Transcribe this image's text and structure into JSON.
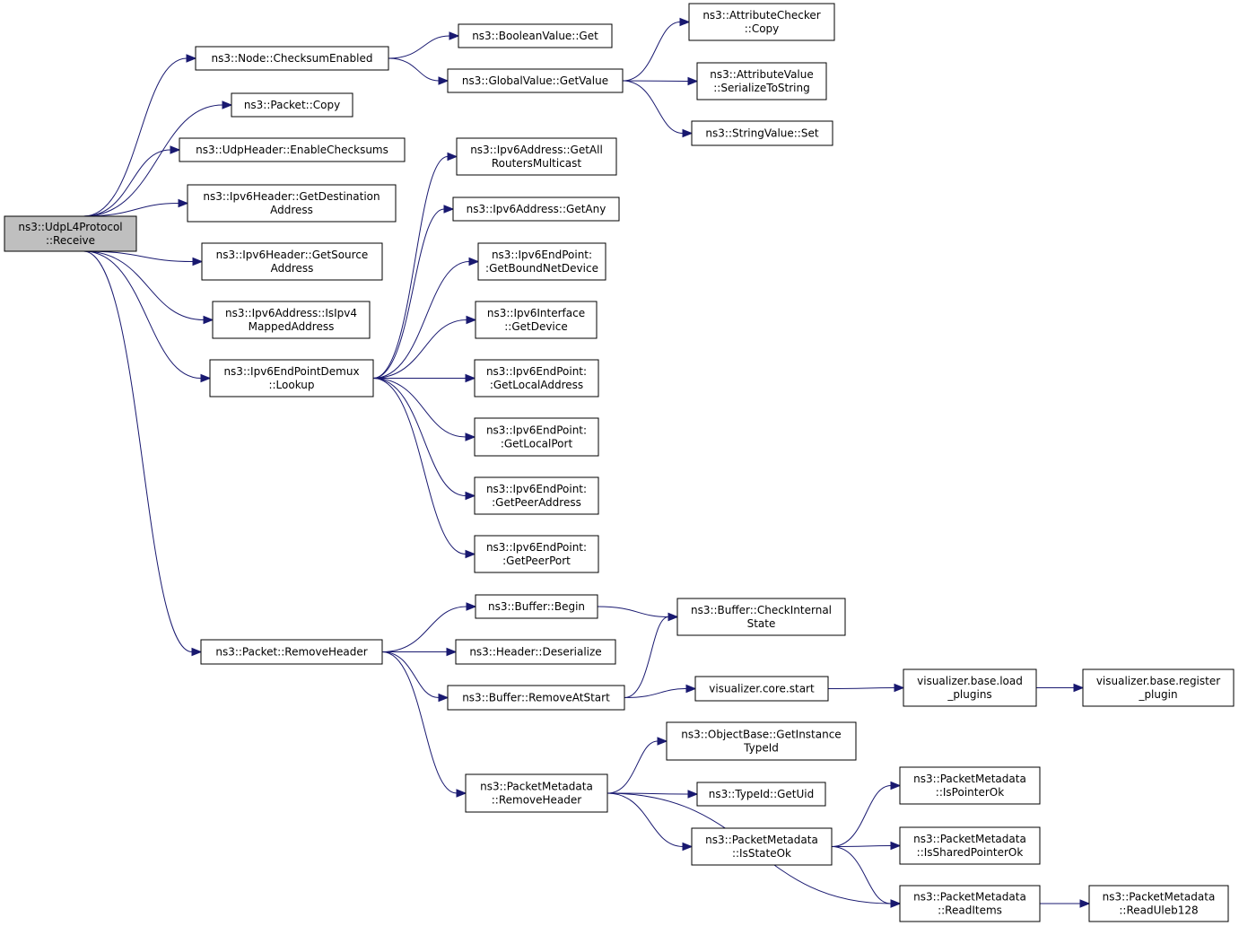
{
  "colors": {
    "edge": "#191970",
    "root_fill": "#bfbfbf",
    "node_fill": "#ffffff",
    "node_stroke": "#000000"
  },
  "nodes": [
    {
      "id": "root",
      "lines": [
        "ns3::UdpL4Protocol",
        "::Receive"
      ]
    },
    {
      "id": "checksumEnabled",
      "lines": [
        "ns3::Node::ChecksumEnabled"
      ]
    },
    {
      "id": "packetCopy",
      "lines": [
        "ns3::Packet::Copy"
      ]
    },
    {
      "id": "enableChecksums",
      "lines": [
        "ns3::UdpHeader::EnableChecksums"
      ]
    },
    {
      "id": "getDestAddr",
      "lines": [
        "ns3::Ipv6Header::GetDestination",
        "Address"
      ]
    },
    {
      "id": "getSrcAddr",
      "lines": [
        "ns3::Ipv6Header::GetSource",
        "Address"
      ]
    },
    {
      "id": "isIpv4Mapped",
      "lines": [
        "ns3::Ipv6Address::IsIpv4",
        "MappedAddress"
      ]
    },
    {
      "id": "lookup",
      "lines": [
        "ns3::Ipv6EndPointDemux",
        "::Lookup"
      ]
    },
    {
      "id": "removeHeader",
      "lines": [
        "ns3::Packet::RemoveHeader"
      ]
    },
    {
      "id": "boolGet",
      "lines": [
        "ns3::BooleanValue::Get"
      ]
    },
    {
      "id": "getValue",
      "lines": [
        "ns3::GlobalValue::GetValue"
      ]
    },
    {
      "id": "attrChecker",
      "lines": [
        "ns3::AttributeChecker",
        "::Copy"
      ]
    },
    {
      "id": "attrValue",
      "lines": [
        "ns3::AttributeValue",
        "::SerializeToString"
      ]
    },
    {
      "id": "stringSet",
      "lines": [
        "ns3::StringValue::Set"
      ]
    },
    {
      "id": "getAllRouters",
      "lines": [
        "ns3::Ipv6Address::GetAll",
        "RoutersMulticast"
      ]
    },
    {
      "id": "getAny",
      "lines": [
        "ns3::Ipv6Address::GetAny"
      ]
    },
    {
      "id": "getBoundNetDevice",
      "lines": [
        "ns3::Ipv6EndPoint:",
        ":GetBoundNetDevice"
      ]
    },
    {
      "id": "getDevice",
      "lines": [
        "ns3::Ipv6Interface",
        "::GetDevice"
      ]
    },
    {
      "id": "getLocalAddress",
      "lines": [
        "ns3::Ipv6EndPoint:",
        ":GetLocalAddress"
      ]
    },
    {
      "id": "getLocalPort",
      "lines": [
        "ns3::Ipv6EndPoint:",
        ":GetLocalPort"
      ]
    },
    {
      "id": "getPeerAddress",
      "lines": [
        "ns3::Ipv6EndPoint:",
        ":GetPeerAddress"
      ]
    },
    {
      "id": "getPeerPort",
      "lines": [
        "ns3::Ipv6EndPoint:",
        ":GetPeerPort"
      ]
    },
    {
      "id": "bufBegin",
      "lines": [
        "ns3::Buffer::Begin"
      ]
    },
    {
      "id": "checkInternal",
      "lines": [
        "ns3::Buffer::CheckInternal",
        "State"
      ]
    },
    {
      "id": "deserialize",
      "lines": [
        "ns3::Header::Deserialize"
      ]
    },
    {
      "id": "removeAtStart",
      "lines": [
        "ns3::Buffer::RemoveAtStart"
      ]
    },
    {
      "id": "vizStart",
      "lines": [
        "visualizer.core.start"
      ]
    },
    {
      "id": "vizLoad",
      "lines": [
        "visualizer.base.load",
        "_plugins"
      ]
    },
    {
      "id": "vizRegister",
      "lines": [
        "visualizer.base.register",
        "_plugin"
      ]
    },
    {
      "id": "pmRemoveHeader",
      "lines": [
        "ns3::PacketMetadata",
        "::RemoveHeader"
      ]
    },
    {
      "id": "getInstanceTypeId",
      "lines": [
        "ns3::ObjectBase::GetInstance",
        "TypeId"
      ]
    },
    {
      "id": "getUid",
      "lines": [
        "ns3::TypeId::GetUid"
      ]
    },
    {
      "id": "isStateOk",
      "lines": [
        "ns3::PacketMetadata",
        "::IsStateOk"
      ]
    },
    {
      "id": "isPointerOk",
      "lines": [
        "ns3::PacketMetadata",
        "::IsPointerOk"
      ]
    },
    {
      "id": "isSharedPointerOk",
      "lines": [
        "ns3::PacketMetadata",
        "::IsSharedPointerOk"
      ]
    },
    {
      "id": "readItems",
      "lines": [
        "ns3::PacketMetadata",
        "::ReadItems"
      ]
    },
    {
      "id": "readUleb",
      "lines": [
        "ns3::PacketMetadata",
        "::ReadUleb128"
      ]
    }
  ],
  "edges": [
    [
      "root",
      "checksumEnabled"
    ],
    [
      "root",
      "packetCopy"
    ],
    [
      "root",
      "enableChecksums"
    ],
    [
      "root",
      "getDestAddr"
    ],
    [
      "root",
      "getSrcAddr"
    ],
    [
      "root",
      "isIpv4Mapped"
    ],
    [
      "root",
      "lookup"
    ],
    [
      "root",
      "removeHeader"
    ],
    [
      "checksumEnabled",
      "boolGet"
    ],
    [
      "checksumEnabled",
      "getValue"
    ],
    [
      "getValue",
      "attrChecker"
    ],
    [
      "getValue",
      "attrValue"
    ],
    [
      "getValue",
      "stringSet"
    ],
    [
      "lookup",
      "getAllRouters"
    ],
    [
      "lookup",
      "getAny"
    ],
    [
      "lookup",
      "getBoundNetDevice"
    ],
    [
      "lookup",
      "getDevice"
    ],
    [
      "lookup",
      "getLocalAddress"
    ],
    [
      "lookup",
      "getLocalPort"
    ],
    [
      "lookup",
      "getPeerAddress"
    ],
    [
      "lookup",
      "getPeerPort"
    ],
    [
      "removeHeader",
      "bufBegin"
    ],
    [
      "removeHeader",
      "deserialize"
    ],
    [
      "removeHeader",
      "removeAtStart"
    ],
    [
      "removeHeader",
      "pmRemoveHeader"
    ],
    [
      "bufBegin",
      "checkInternal"
    ],
    [
      "removeAtStart",
      "checkInternal"
    ],
    [
      "removeAtStart",
      "vizStart"
    ],
    [
      "vizStart",
      "vizLoad"
    ],
    [
      "vizLoad",
      "vizRegister"
    ],
    [
      "pmRemoveHeader",
      "getInstanceTypeId"
    ],
    [
      "pmRemoveHeader",
      "getUid"
    ],
    [
      "pmRemoveHeader",
      "isStateOk"
    ],
    [
      "pmRemoveHeader",
      "readItems"
    ],
    [
      "isStateOk",
      "isPointerOk"
    ],
    [
      "isStateOk",
      "isSharedPointerOk"
    ],
    [
      "isStateOk",
      "readItems"
    ],
    [
      "readItems",
      "readUleb"
    ]
  ]
}
